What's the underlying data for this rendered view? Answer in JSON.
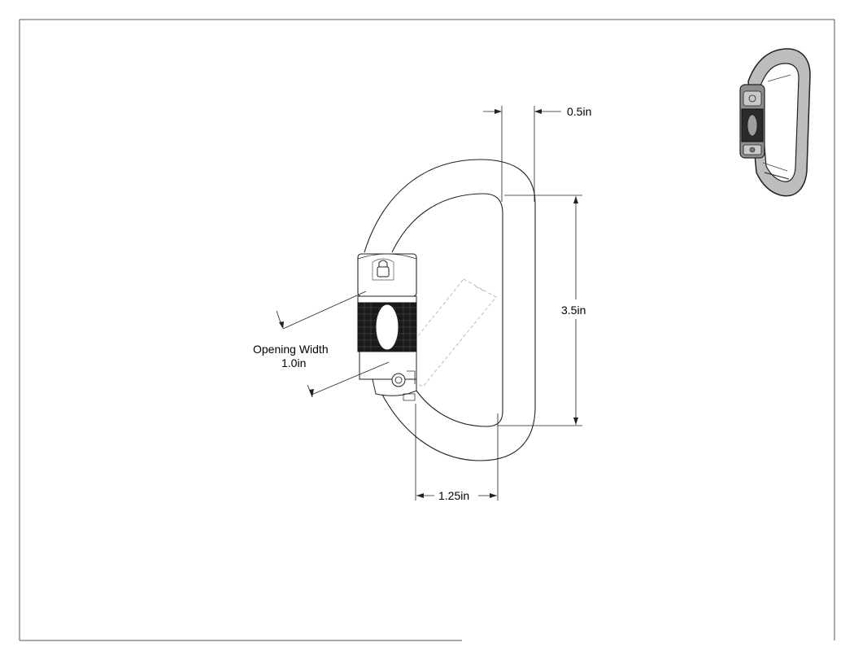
{
  "dimensions": {
    "spine_thickness": "0.5in",
    "height": "3.5in",
    "gate_offset": "1.25in",
    "opening_label": "Opening Width",
    "opening_value": "1.0in"
  },
  "colors": {
    "line": "#222222",
    "knurl": "#1a1a1a",
    "sheet_border": "#555555"
  }
}
